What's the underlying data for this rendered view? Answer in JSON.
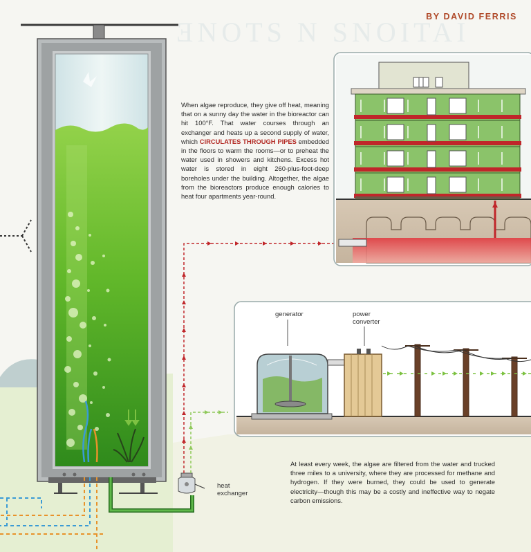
{
  "byline": "BY DAVID FERRIS",
  "paragraph1": {
    "part1": "When algae reproduce, they give off heat, meaning that on a sunny day the water in the bioreactor can hit 100°F. That water courses through an exchanger and heats up a second supply of water, which ",
    "highlight": "CIRCULATES THROUGH PIPES",
    "part2": " embedded in the floors to warm the rooms—or to preheat the water used in showers and kitchens. Excess hot water is stored in eight 260-plus-foot-deep boreholes under the building. Altogether, the algae from the bioreactors produce enough calories to heat four apartments year-round."
  },
  "paragraph2": "At least every week, the algae are filtered from the water and trucked three miles to a university, where they are processed for methane and hydrogen. If they were burned, they could be used to generate electricity—though this may be a costly and ineffective way to negate carbon emissions.",
  "labels": {
    "generator": "generator",
    "power_converter_line1": "power",
    "power_converter_line2": "converter",
    "heat_exchanger_line1": "heat",
    "heat_exchanger_line2": "exchanger"
  },
  "colors": {
    "algae": "#5fb82a",
    "hot_pipe": "#c0262a",
    "cool_pipe": "#8fc95a",
    "heat_glow": "#d42a30",
    "electric": "#7dc242",
    "blue_line": "#3a9bd5",
    "orange_line": "#e8922a"
  }
}
